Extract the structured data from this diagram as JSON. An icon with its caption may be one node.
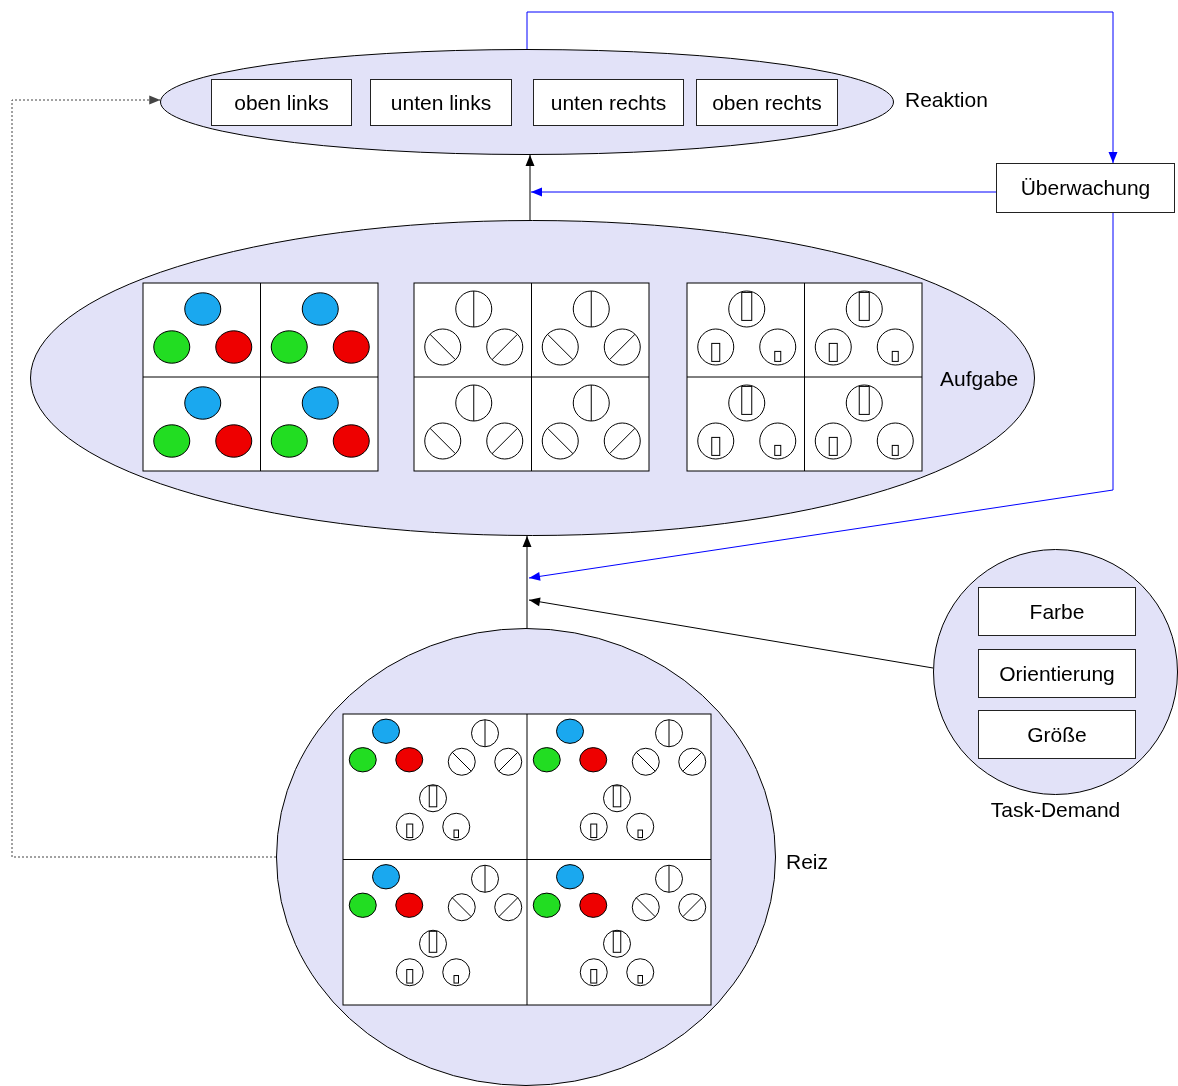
{
  "diagram": {
    "nodes": [
      {
        "text": [
          "Reaktion"
        ]
      },
      {
        "text": [
          "oben links"
        ],
        "in": 0
      },
      {
        "text": [
          "unten links"
        ],
        "in": 0
      },
      {
        "text": [
          "unten rechts"
        ],
        "in": 0
      },
      {
        "text": [
          "oben rechts"
        ],
        "in": 0
      },
      {
        "text": [
          "Überwachung"
        ]
      },
      {
        "text": [
          "Aufgabe"
        ]
      },
      {
        "text": [
          "Task-Demand"
        ]
      },
      {
        "text": [
          "Farbe"
        ],
        "in": 7
      },
      {
        "text": [
          "Orientierung"
        ],
        "in": 7
      },
      {
        "text": [
          "Größe"
        ],
        "in": 7
      },
      {
        "text": [
          "Reiz"
        ]
      }
    ],
    "edges": [
      {
        "from": 11,
        "to": 6,
        "arrow": "to"
      },
      {
        "from": 7,
        "to": null,
        "arrow": "to"
      },
      {
        "from": 5,
        "to": null,
        "arrow": "to",
        "color": "#0000ff"
      },
      {
        "from": 6,
        "to": 0,
        "arrow": "to"
      },
      {
        "from": 5,
        "to": null,
        "arrow": "to",
        "color": "#0000ff"
      },
      {
        "from": 0,
        "to": 5,
        "arrow": "to",
        "color": "#0000ff"
      },
      {
        "from": 11,
        "to": 0,
        "arrow": "to",
        "style": "dashed"
      }
    ]
  }
}
